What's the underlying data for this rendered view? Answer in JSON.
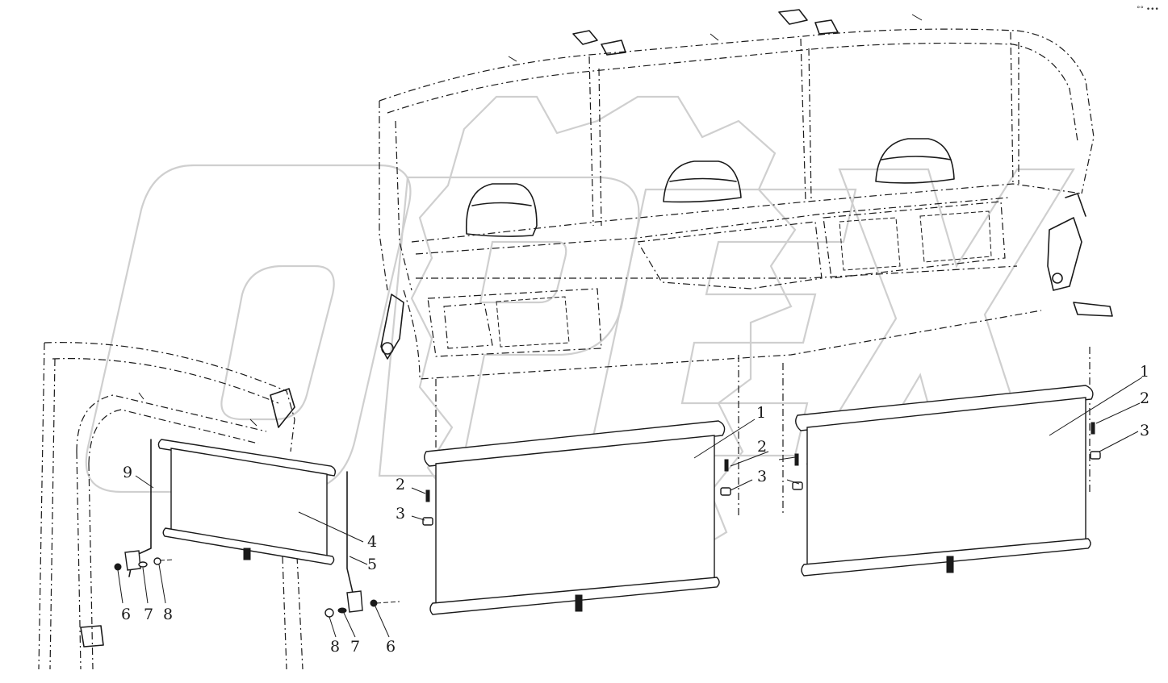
{
  "diagram": {
    "watermark_text": "OPEX",
    "corner_mark": "°° •••",
    "callouts": [
      {
        "id": "c1a",
        "text": "1"
      },
      {
        "id": "c2a",
        "text": "2"
      },
      {
        "id": "c3a",
        "text": "3"
      },
      {
        "id": "c1b",
        "text": "1"
      },
      {
        "id": "c2b",
        "text": "2"
      },
      {
        "id": "c3b",
        "text": "3"
      },
      {
        "id": "c2c",
        "text": "2"
      },
      {
        "id": "c3c",
        "text": "3"
      },
      {
        "id": "c4",
        "text": "4"
      },
      {
        "id": "c5",
        "text": "5"
      },
      {
        "id": "c9",
        "text": "9"
      },
      {
        "id": "c6a",
        "text": "6"
      },
      {
        "id": "c7a",
        "text": "7"
      },
      {
        "id": "c8a",
        "text": "8"
      },
      {
        "id": "c8b",
        "text": "8"
      },
      {
        "id": "c7b",
        "text": "7"
      },
      {
        "id": "c6b",
        "text": "6"
      }
    ]
  }
}
